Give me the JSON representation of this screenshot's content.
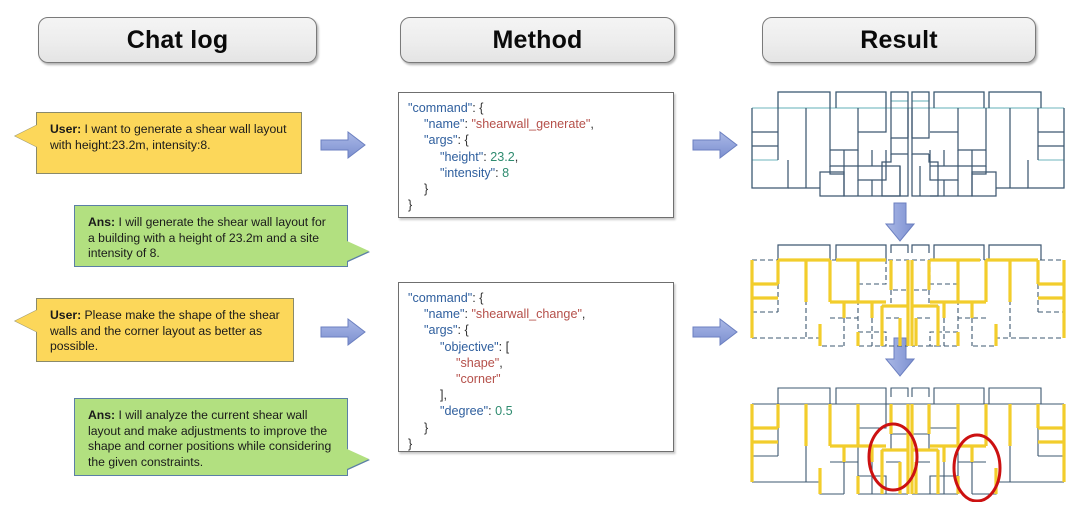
{
  "headers": {
    "chat": "Chat log",
    "method": "Method",
    "result": "Result"
  },
  "chat": {
    "messages": [
      {
        "role": "user",
        "role_label": "User:",
        "text": " I want to generate a shear wall layout with height:23.2m, intensity:8.",
        "bg": "#fcd75a"
      },
      {
        "role": "assistant",
        "role_label": "Ans:",
        "text": " I will generate the shear wall layout for a building with a height of 23.2m and a site intensity of 8.",
        "bg": "#b2e080"
      },
      {
        "role": "user",
        "role_label": "User:",
        "text": " Please make the shape of the shear walls and the corner layout as better as possible.",
        "bg": "#fcd75a"
      },
      {
        "role": "assistant",
        "role_label": "Ans:",
        "text": " I will analyze the current shear wall layout and make adjustments to improve the shape and corner positions while considering the given constraints.",
        "bg": "#b2e080"
      }
    ]
  },
  "method": {
    "blocks": [
      {
        "id": "shearwall-generate",
        "lines": [
          {
            "indent": 0,
            "tokens": [
              {
                "t": "\"command\"",
                "c": "k"
              },
              {
                "t": ": {",
                "c": "p"
              }
            ]
          },
          {
            "indent": 1,
            "tokens": [
              {
                "t": "\"name\"",
                "c": "k"
              },
              {
                "t": ": ",
                "c": "p"
              },
              {
                "t": "\"shearwall_generate\"",
                "c": "s"
              },
              {
                "t": ",",
                "c": "p"
              }
            ]
          },
          {
            "indent": 1,
            "tokens": [
              {
                "t": "\"args\"",
                "c": "k"
              },
              {
                "t": ": {",
                "c": "p"
              }
            ]
          },
          {
            "indent": 2,
            "tokens": [
              {
                "t": "\"height\"",
                "c": "k"
              },
              {
                "t": ": ",
                "c": "p"
              },
              {
                "t": "23.2",
                "c": "n"
              },
              {
                "t": ",",
                "c": "p"
              }
            ]
          },
          {
            "indent": 2,
            "tokens": [
              {
                "t": "\"intensity\"",
                "c": "k"
              },
              {
                "t": ": ",
                "c": "p"
              },
              {
                "t": "8",
                "c": "n"
              }
            ]
          },
          {
            "indent": 1,
            "tokens": [
              {
                "t": "}",
                "c": "p"
              }
            ]
          },
          {
            "indent": 0,
            "tokens": [
              {
                "t": "}",
                "c": "p"
              }
            ]
          }
        ]
      },
      {
        "id": "shearwall-change",
        "lines": [
          {
            "indent": 0,
            "tokens": [
              {
                "t": "\"command\"",
                "c": "k"
              },
              {
                "t": ": {",
                "c": "p"
              }
            ]
          },
          {
            "indent": 1,
            "tokens": [
              {
                "t": "\"name\"",
                "c": "k"
              },
              {
                "t": ": ",
                "c": "p"
              },
              {
                "t": "\"shearwall_change\"",
                "c": "s"
              },
              {
                "t": ",",
                "c": "p"
              }
            ]
          },
          {
            "indent": 1,
            "tokens": [
              {
                "t": "\"args\"",
                "c": "k"
              },
              {
                "t": ": {",
                "c": "p"
              }
            ]
          },
          {
            "indent": 2,
            "tokens": [
              {
                "t": "\"objective\"",
                "c": "k"
              },
              {
                "t": ": [",
                "c": "p"
              }
            ]
          },
          {
            "indent": 3,
            "tokens": [
              {
                "t": "\"shape\"",
                "c": "s"
              },
              {
                "t": ",",
                "c": "p"
              }
            ]
          },
          {
            "indent": 3,
            "tokens": [
              {
                "t": "\"corner\"",
                "c": "s"
              }
            ]
          },
          {
            "indent": 2,
            "tokens": [
              {
                "t": "],",
                "c": "p"
              }
            ]
          },
          {
            "indent": 2,
            "tokens": [
              {
                "t": "\"degree\"",
                "c": "k"
              },
              {
                "t": ": ",
                "c": "p"
              },
              {
                "t": "0.5",
                "c": "n"
              }
            ]
          },
          {
            "indent": 1,
            "tokens": [
              {
                "t": "}",
                "c": "p"
              }
            ]
          },
          {
            "indent": 0,
            "tokens": [
              {
                "t": "}",
                "c": "p"
              }
            ]
          }
        ]
      }
    ]
  },
  "result": {
    "plans": [
      {
        "id": "plan-initial",
        "label": "initial shear wall layout",
        "has_shearwalls": false,
        "has_highlights": false
      },
      {
        "id": "plan-generated",
        "label": "generated shear wall layout",
        "has_shearwalls": true,
        "has_highlights": false
      },
      {
        "id": "plan-optimized",
        "label": "optimized shear wall layout",
        "has_shearwalls": true,
        "has_highlights": true
      }
    ],
    "highlight_count": 2
  },
  "colors": {
    "user_bubble": "#fcd75a",
    "user_bubble_border": "#8a8a6a",
    "ans_bubble": "#b2e080",
    "ans_bubble_border": "#5b7fa6",
    "arrow": "#8b9dd4",
    "arrow_edge": "#6b7fc0",
    "wall_dark": "#3e5871",
    "wall_teal": "#7fc4c8",
    "shearwall_yellow": "#f5d33a",
    "highlight_red": "#cc1111",
    "header_bg": "#ededed",
    "header_border": "#7a7a7a",
    "json_key": "#2f5f9e",
    "json_string": "#b5504a",
    "json_number": "#2e8b6f"
  },
  "arrows": {
    "right": [
      {
        "id": "arrow-chat-to-method-1"
      },
      {
        "id": "arrow-chat-to-method-2"
      },
      {
        "id": "arrow-method-to-result-1"
      },
      {
        "id": "arrow-method-to-result-2"
      }
    ],
    "down": [
      {
        "id": "arrow-result-step-1"
      },
      {
        "id": "arrow-result-step-2"
      }
    ]
  }
}
